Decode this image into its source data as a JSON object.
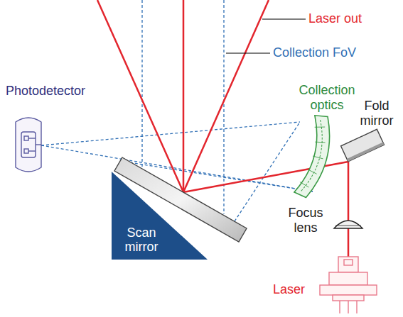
{
  "diagram": {
    "nodes": [
      {
        "text": [
          "Scan mirror"
        ]
      }
    ],
    "labels": [
      "Laser out",
      "Collection FoV",
      "Photodetector",
      "Collection optics",
      "Fold mirror",
      "Focus lens",
      "Laser"
    ]
  }
}
